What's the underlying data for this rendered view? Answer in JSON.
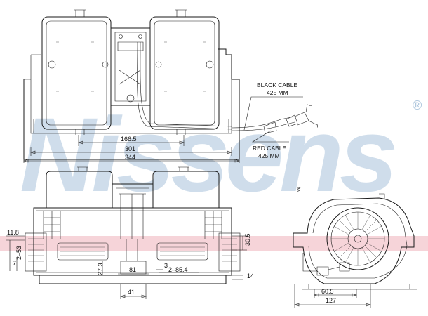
{
  "watermark": {
    "brand": "Nissens",
    "registered_mark": "®",
    "color": "#a9c3db"
  },
  "highlight_band_color": "#f4c9cf",
  "cables": {
    "black": {
      "label": "BLACK CABLE",
      "length": "425 MM"
    },
    "red": {
      "label": "RED CABLE",
      "length": "425 MM"
    },
    "negative_sign": "−",
    "positive_sign": "+"
  },
  "top_view_dims": {
    "inner": "166.5",
    "middle": "301",
    "outer": "344"
  },
  "front_view_dims": {
    "left_top": "11.8",
    "left_side": "2–53",
    "left_small": "7",
    "right_height": "30.5",
    "right_bottom": "14",
    "inner_height": "27.3",
    "center_width": "81",
    "gap": "3",
    "holes": "2–85.4",
    "base_width": "41"
  },
  "side_view_dims": {
    "inner_width": "60.5",
    "outer_width": "127",
    "top_note": "ट्ट"
  }
}
